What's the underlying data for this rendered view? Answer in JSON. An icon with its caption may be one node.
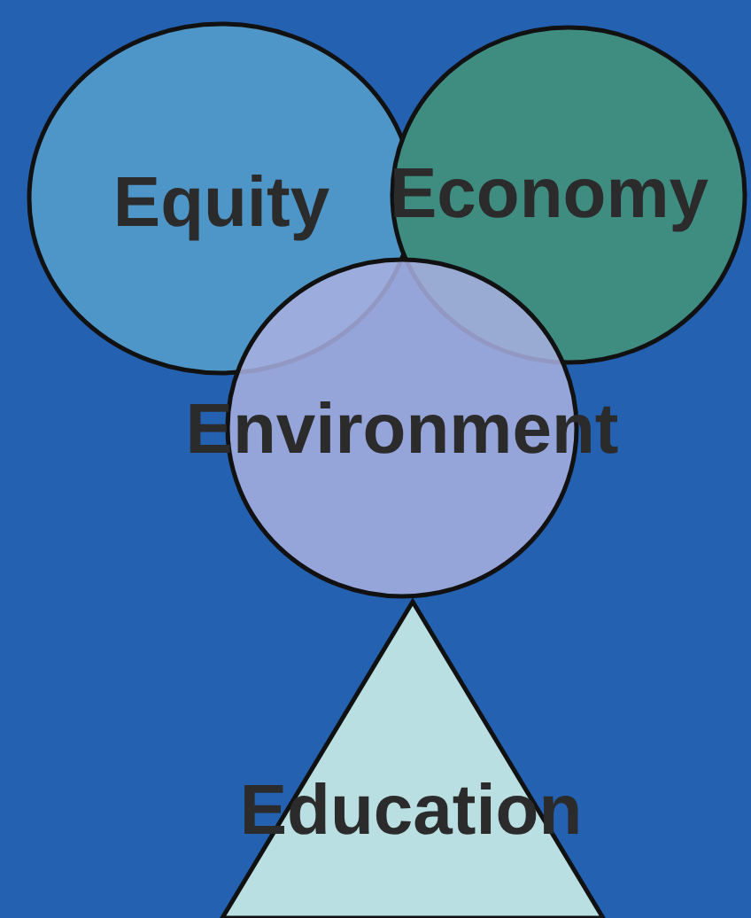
{
  "diagram": {
    "nodes": [
      {
        "text": [
          "Equity"
        ]
      },
      {
        "text": [
          "Economy"
        ]
      },
      {
        "text": [
          "Environment"
        ]
      },
      {
        "text": [
          "Education"
        ]
      }
    ]
  }
}
